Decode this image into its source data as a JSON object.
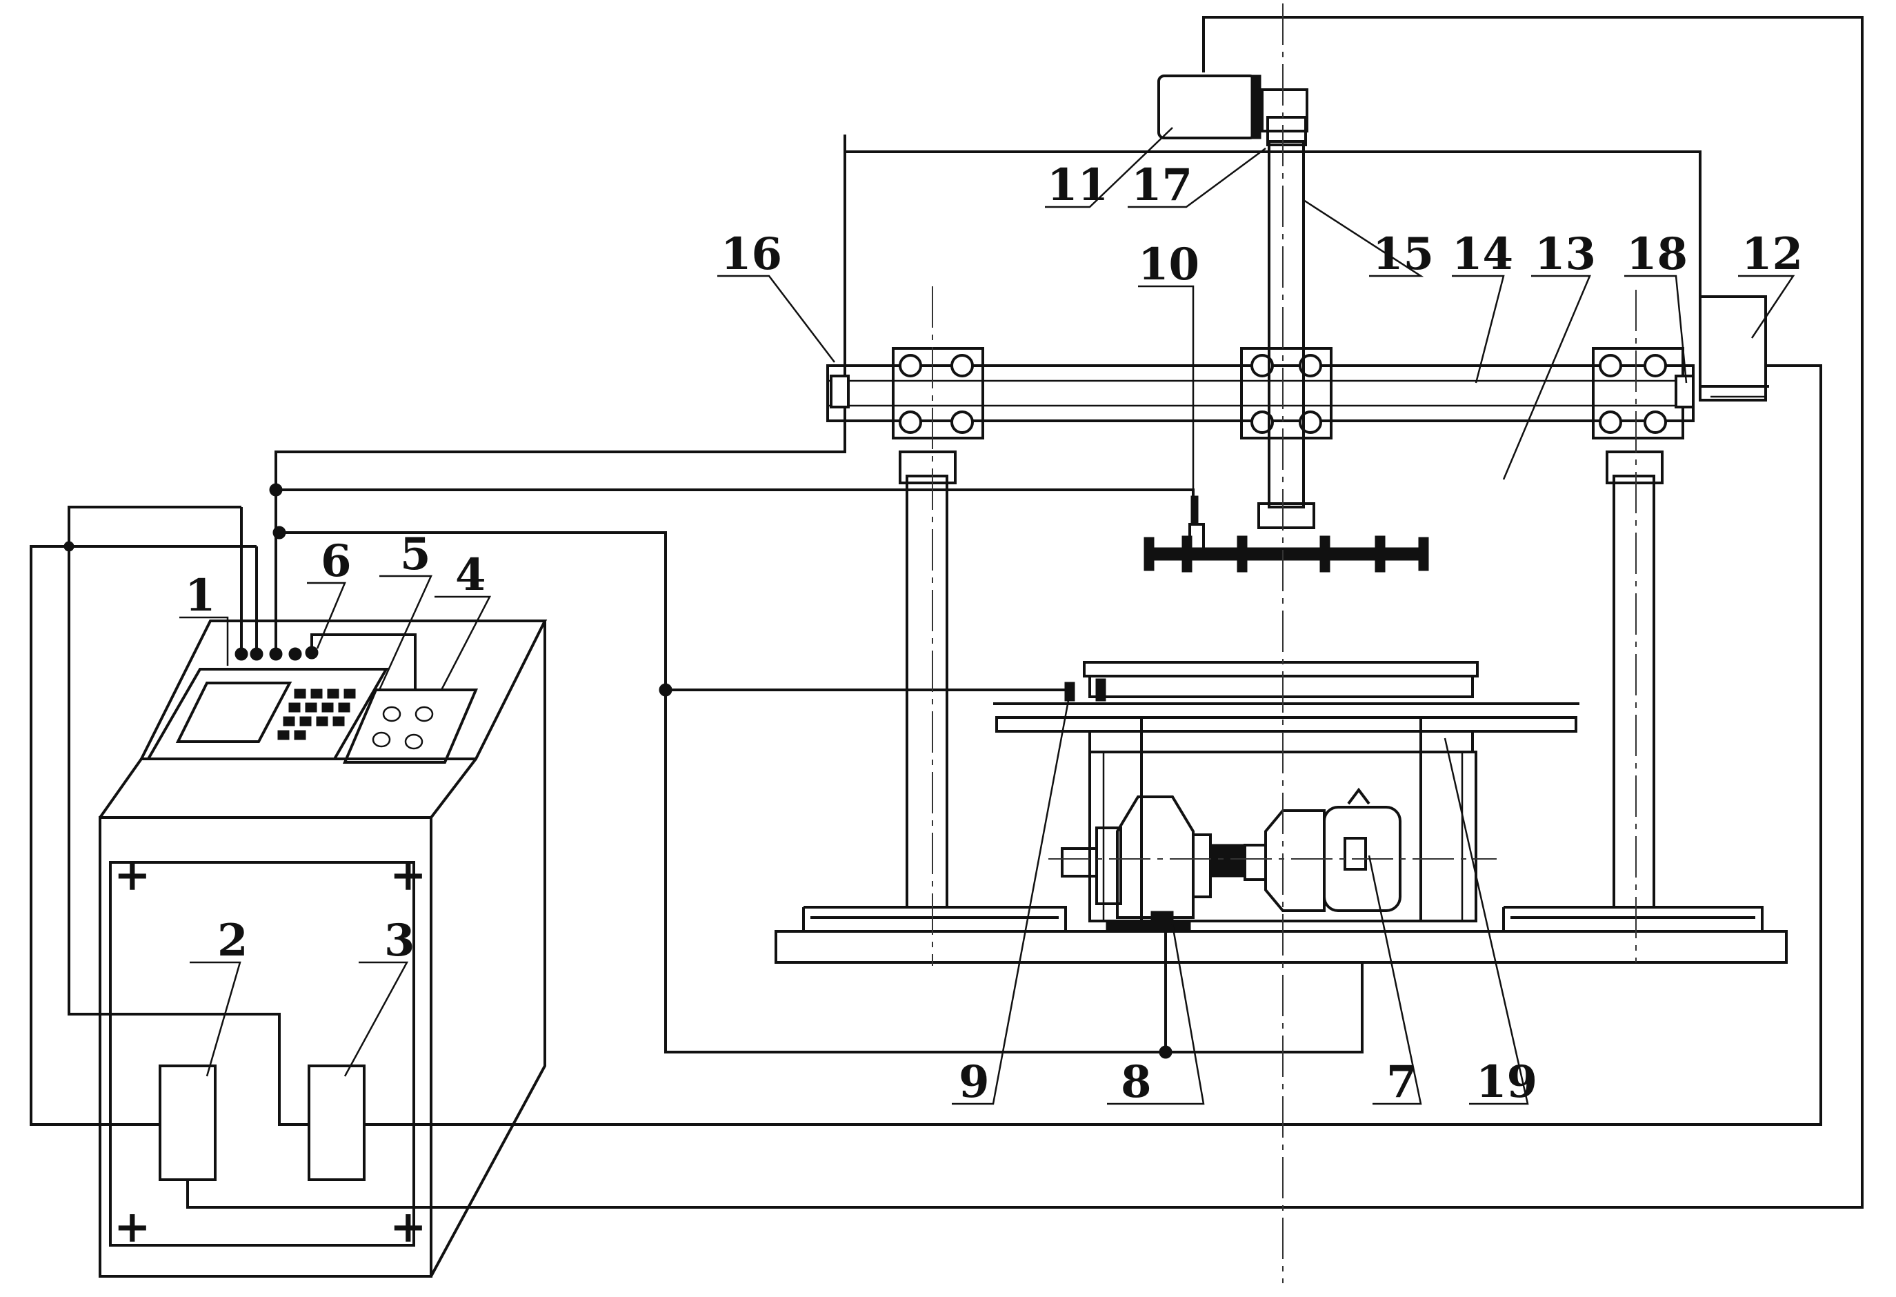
{
  "figure": {
    "labels": [
      "1",
      "2",
      "3",
      "4",
      "5",
      "6",
      "7",
      "8",
      "9",
      "10",
      "11",
      "12",
      "13",
      "14",
      "15",
      "16",
      "17",
      "18",
      "19"
    ],
    "colors": {
      "line": "#111111",
      "background": "#ffffff"
    }
  }
}
